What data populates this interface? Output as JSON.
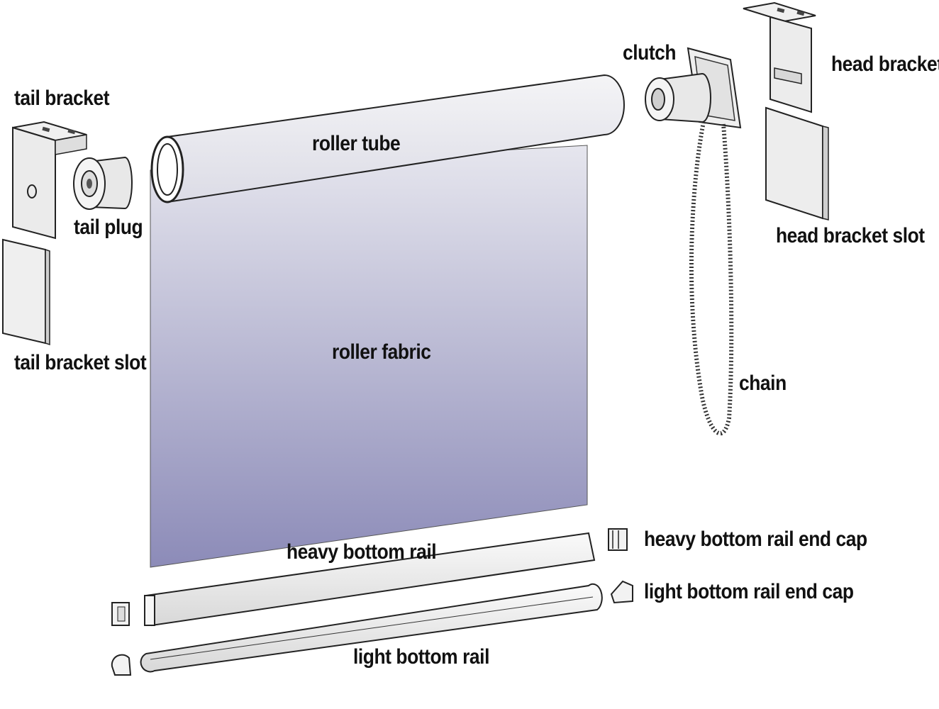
{
  "labels": {
    "tail_bracket": "tail bracket",
    "tail_plug": "tail plug",
    "tail_bracket_slot": "tail bracket slot",
    "roller_tube": "roller tube",
    "roller_fabric": "roller fabric",
    "clutch": "clutch",
    "head_bracket": "head bracket",
    "head_bracket_slot": "head bracket slot",
    "chain": "chain",
    "heavy_bottom_rail": "heavy bottom rail",
    "heavy_bottom_rail_end_cap": "heavy bottom rail end cap",
    "light_bottom_rail_end_cap": "light bottom rail end cap",
    "light_bottom_rail": "light bottom rail"
  },
  "colors": {
    "fabric_top": "#e4e4ec",
    "fabric_bottom": "#8c8bb8",
    "line": "#222222",
    "part_fill": "#f2f2f2"
  }
}
